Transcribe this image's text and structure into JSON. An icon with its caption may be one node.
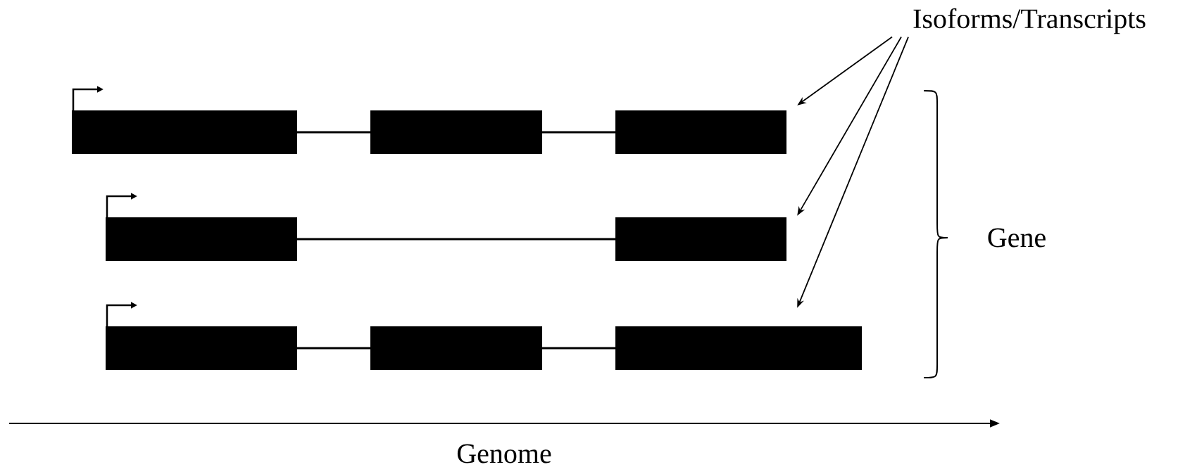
{
  "diagram": {
    "nodes": [
      {
        "text": [
          "Isoforms/Transcripts"
        ]
      },
      {
        "text": [],
        "shape": "picture"
      },
      {
        "text": [],
        "shape": "picture"
      },
      {
        "text": [],
        "shape": "picture"
      }
    ],
    "edges": [
      {
        "from": 0,
        "to": 1,
        "arrow": "to"
      },
      {
        "from": 0,
        "to": 2,
        "arrow": "to"
      },
      {
        "from": 0,
        "to": 3,
        "arrow": "to"
      }
    ],
    "labels": [
      "Gene",
      "Genome"
    ]
  }
}
